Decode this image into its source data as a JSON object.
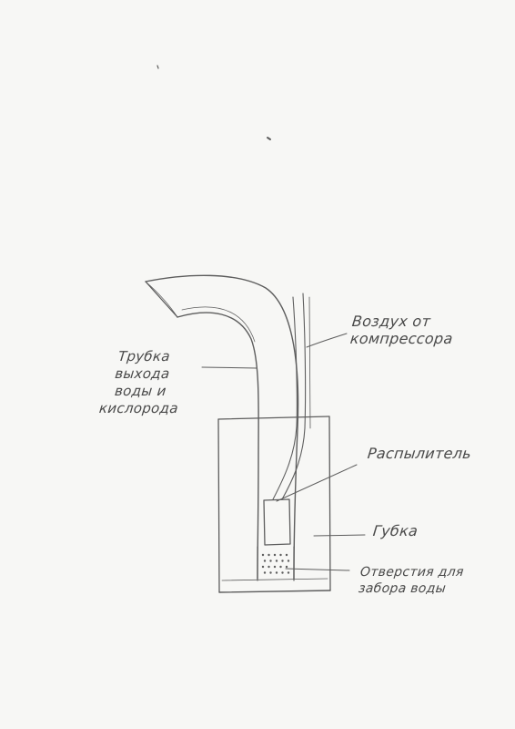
{
  "diagram": {
    "labels": {
      "air": [
        "Воздух от",
        "компрессора"
      ],
      "tube": [
        "Трубка",
        "выхода",
        "воды и",
        "кислорода"
      ],
      "sprayer": "Распылитель",
      "sponge": "Губка",
      "holes": [
        "Отверстия для",
        "забора воды"
      ]
    },
    "colors": {
      "pencil": "#5d5d5d",
      "paper": "#f7f7f5"
    }
  }
}
